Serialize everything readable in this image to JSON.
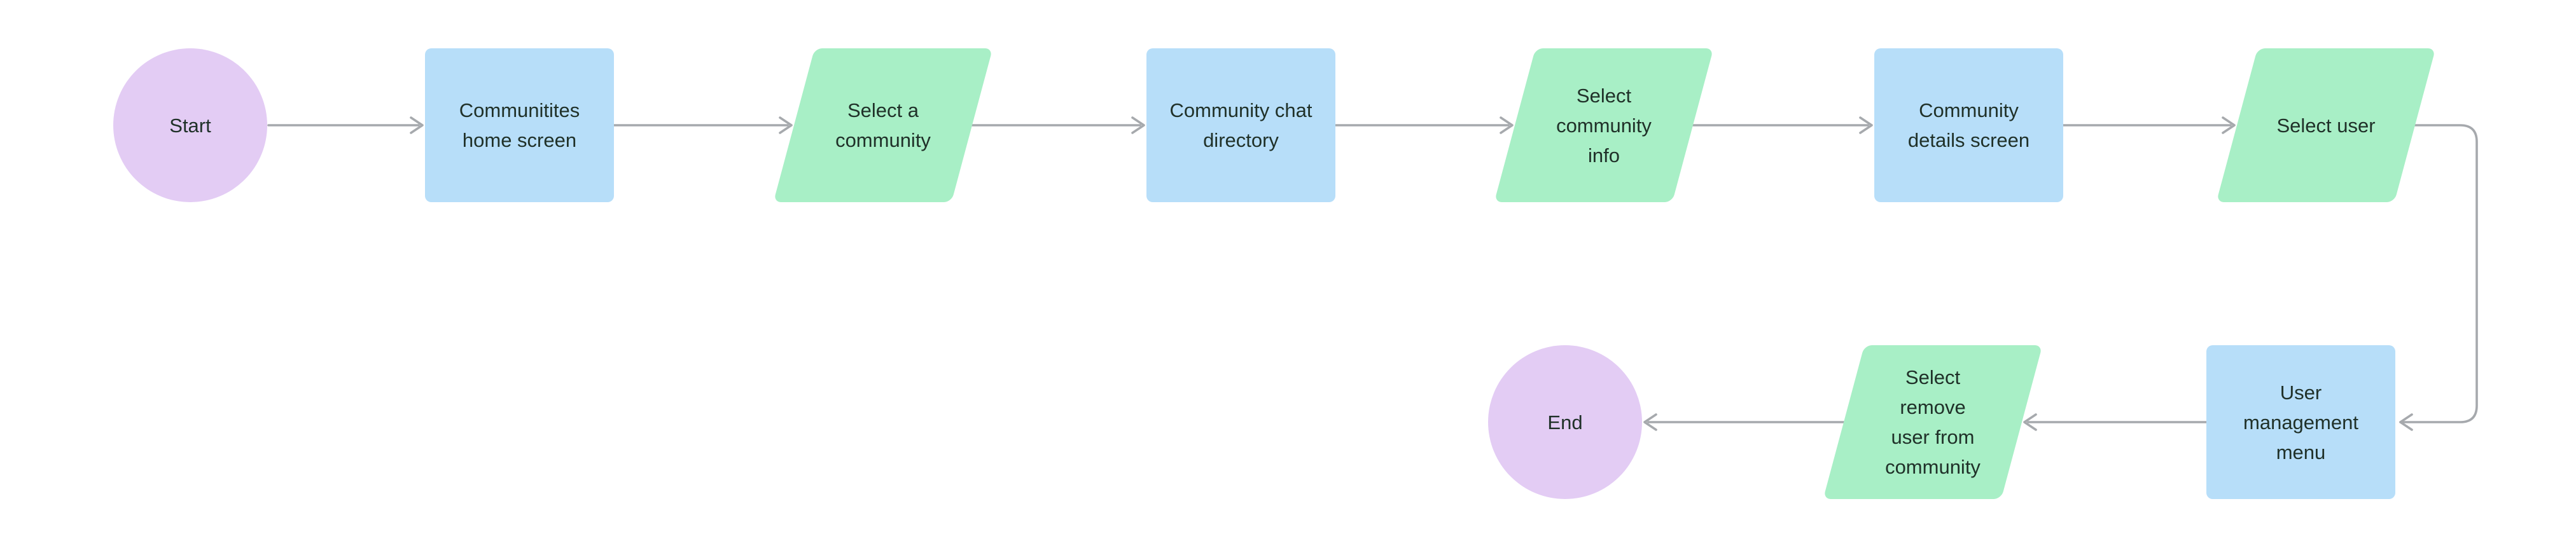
{
  "diagram": {
    "palette": {
      "background": "#ffffff",
      "terminator_fill": "#e3ccf4",
      "process_fill": "#b7def9",
      "io_fill": "#a8efc6",
      "connector": "#a6a9ad",
      "text": "#203129"
    },
    "nodes": [
      {
        "id": "start",
        "type": "terminator",
        "label": "Start"
      },
      {
        "id": "communities-home-screen",
        "type": "process",
        "label": "Communitites\nhome screen"
      },
      {
        "id": "select-a-community",
        "type": "io",
        "label": "Select a\ncommunity"
      },
      {
        "id": "community-chat-directory",
        "type": "process",
        "label": "Community chat\ndirectory"
      },
      {
        "id": "select-community-info",
        "type": "io",
        "label": "Select\ncommunity\ninfo"
      },
      {
        "id": "community-details-screen",
        "type": "process",
        "label": "Community\ndetails screen"
      },
      {
        "id": "select-user",
        "type": "io",
        "label": "Select user"
      },
      {
        "id": "user-management-menu",
        "type": "process",
        "label": "User\nmanagement\nmenu"
      },
      {
        "id": "select-remove-user-from-community",
        "type": "io",
        "label": "Select\nremove\nuser from\ncommunity"
      },
      {
        "id": "end",
        "type": "terminator",
        "label": "End"
      }
    ],
    "edges": [
      {
        "from": "start",
        "to": "communities-home-screen"
      },
      {
        "from": "communities-home-screen",
        "to": "select-a-community"
      },
      {
        "from": "select-a-community",
        "to": "community-chat-directory"
      },
      {
        "from": "community-chat-directory",
        "to": "select-community-info"
      },
      {
        "from": "select-community-info",
        "to": "community-details-screen"
      },
      {
        "from": "community-details-screen",
        "to": "select-user"
      },
      {
        "from": "select-user",
        "to": "user-management-menu"
      },
      {
        "from": "user-management-menu",
        "to": "select-remove-user-from-community"
      },
      {
        "from": "select-remove-user-from-community",
        "to": "end"
      }
    ]
  }
}
